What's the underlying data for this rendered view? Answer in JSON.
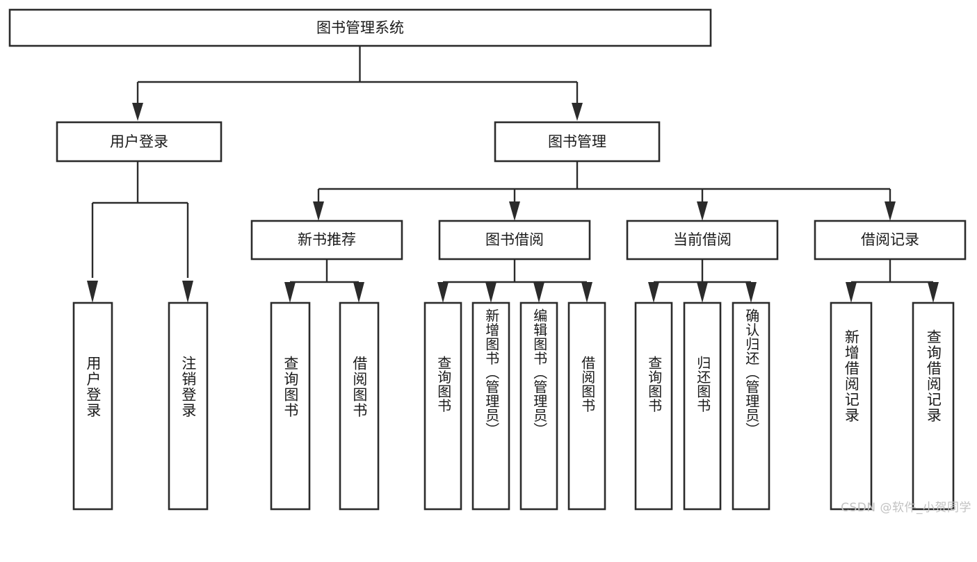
{
  "diagram": {
    "type": "hierarchy-tree",
    "title": "图书管理系统",
    "orientation": "top-down",
    "colors": {
      "box_fill": "#ffffff",
      "box_stroke": "#2b2b2b",
      "text": "#1a1a1a",
      "background": "#ffffff",
      "watermark": "#c2c2c2"
    },
    "root": {
      "label": "图书管理系统"
    },
    "level2": [
      {
        "label": "用户登录"
      },
      {
        "label": "图书管理"
      }
    ],
    "level3": [
      {
        "label": "新书推荐"
      },
      {
        "label": "图书借阅"
      },
      {
        "label": "当前借阅"
      },
      {
        "label": "借阅记录"
      }
    ],
    "leaves": {
      "user_login": [
        {
          "label": "用户登录"
        },
        {
          "label": "注销登录"
        }
      ],
      "new_book_recommend": [
        {
          "label": "查询图书"
        },
        {
          "label": "借阅图书"
        }
      ],
      "book_borrow": [
        {
          "label": "查询图书"
        },
        {
          "label": "新增图书（管理员）"
        },
        {
          "label": "编辑图书（管理员）"
        },
        {
          "label": "借阅图书"
        }
      ],
      "current_borrow": [
        {
          "label": "查询图书"
        },
        {
          "label": "归还图书"
        },
        {
          "label": "确认归还（管理员）"
        }
      ],
      "borrow_record": [
        {
          "label": "新增借阅记录"
        },
        {
          "label": "查询借阅记录"
        }
      ]
    }
  },
  "watermark": {
    "text": "CSDN @软件_小贺同学"
  }
}
